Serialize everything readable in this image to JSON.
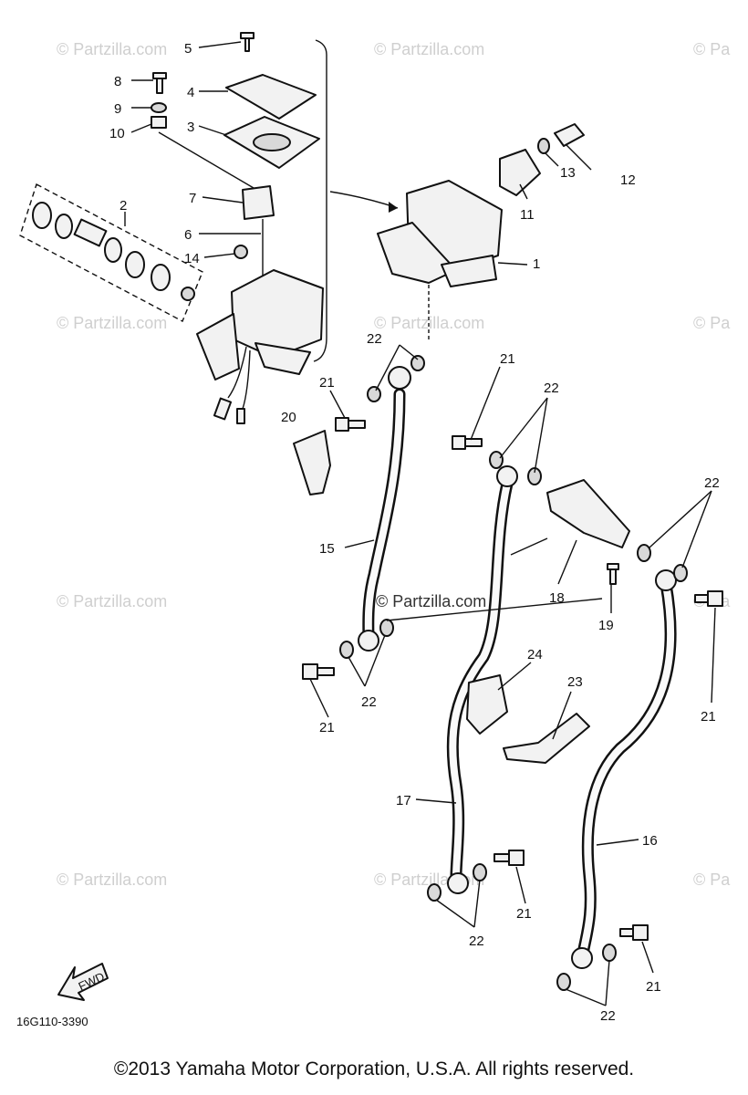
{
  "watermark": "© Partzilla.com",
  "watermark_short": "© Pa",
  "diagram_code": "16G110-3390",
  "fwd_label": "FWD",
  "copyright": "©2013 Yamaha Motor Corporation, U.S.A. All rights reserved.",
  "callouts": [
    "1",
    "2",
    "3",
    "4",
    "5",
    "6",
    "7",
    "8",
    "9",
    "10",
    "11",
    "12",
    "13",
    "14",
    "15",
    "16",
    "17",
    "18",
    "19",
    "20",
    "21",
    "22",
    "23",
    "24"
  ]
}
